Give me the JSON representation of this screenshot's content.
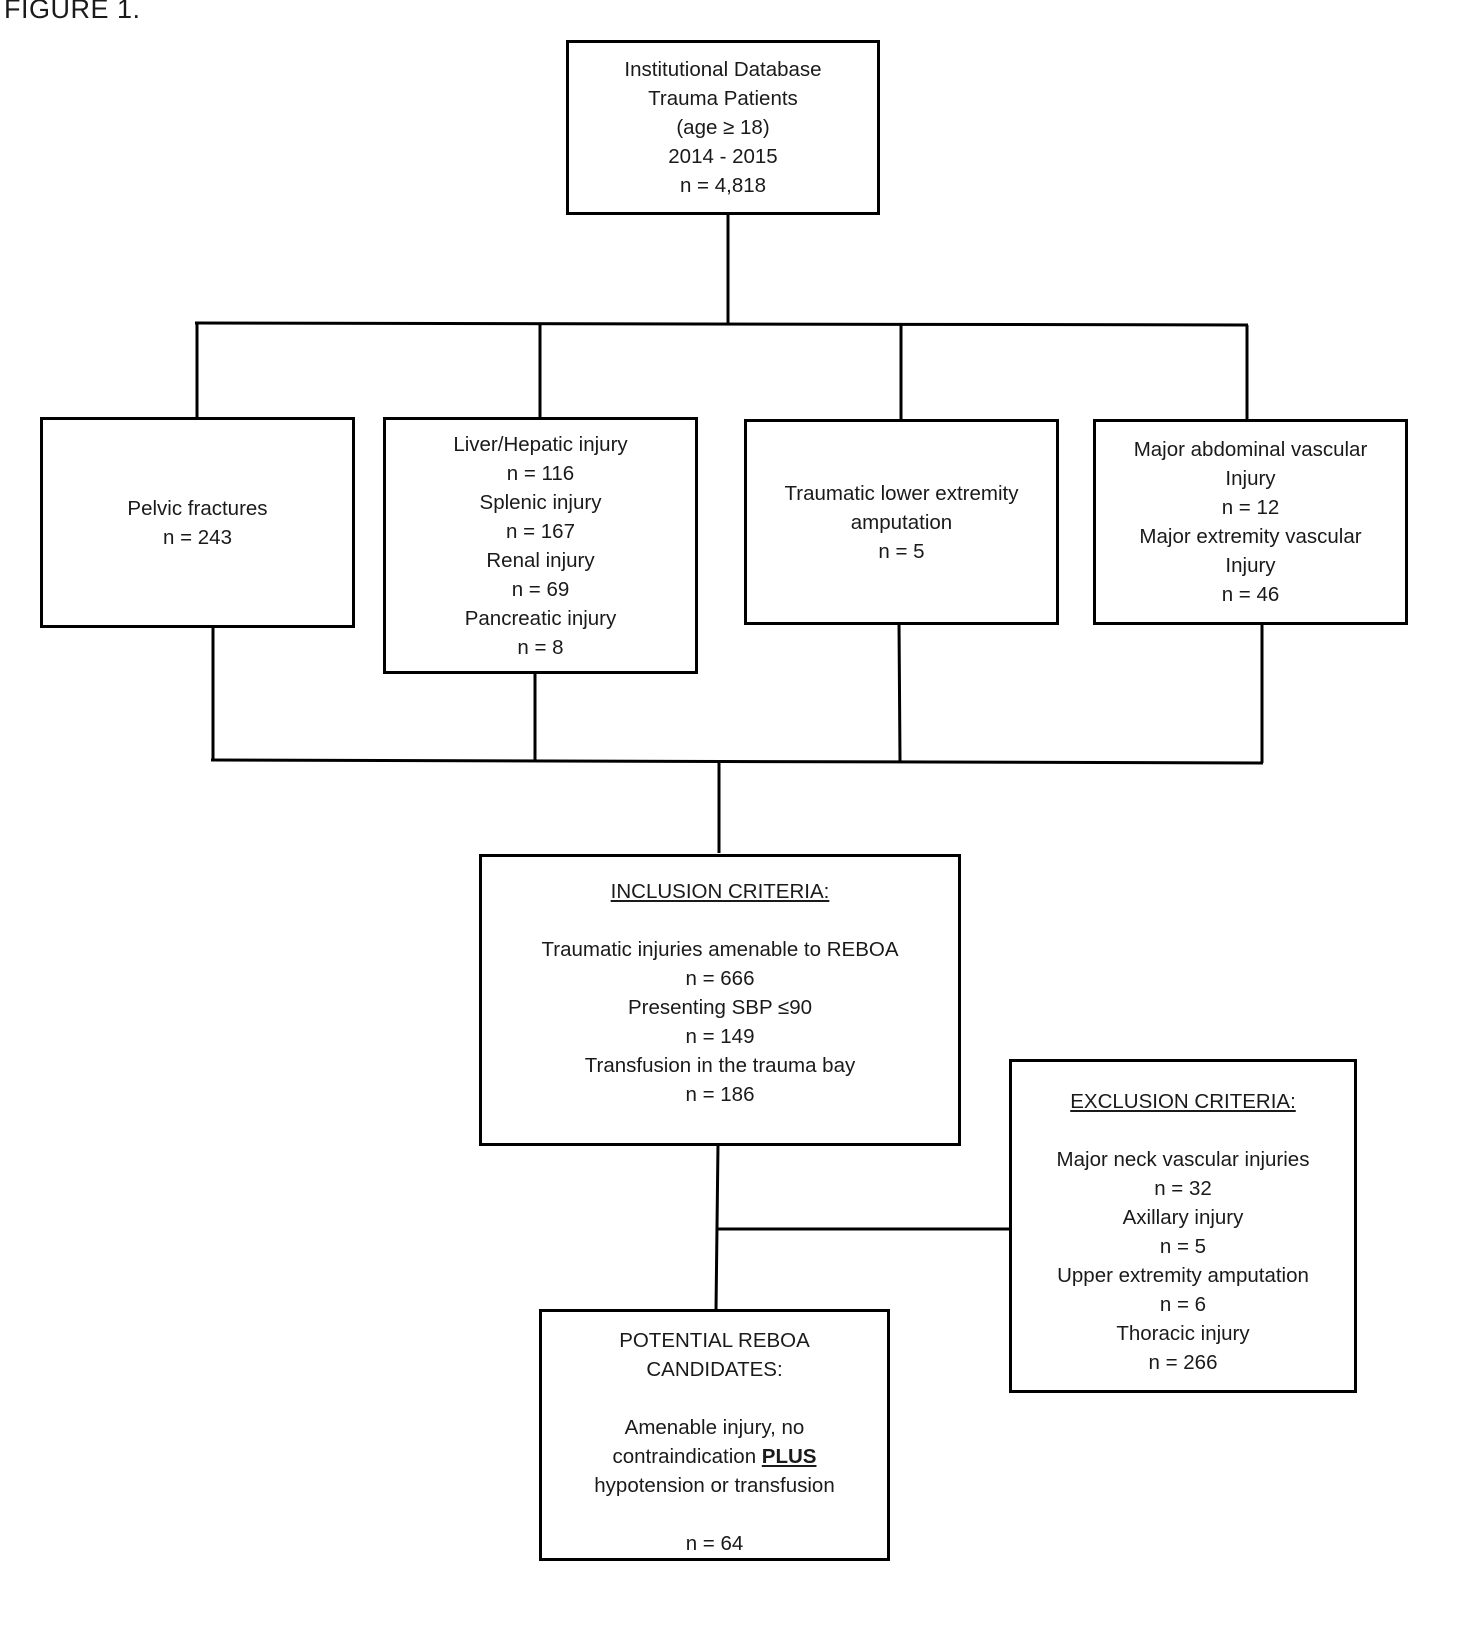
{
  "figure_label": "FIGURE 1.",
  "source": {
    "lines": [
      "Institutional Database",
      "Trauma Patients",
      "(age ≥ 18)",
      "2014 - 2015",
      "n = 4,818"
    ]
  },
  "categories": [
    {
      "lines": [
        "Pelvic fractures",
        "n = 243"
      ]
    },
    {
      "lines": [
        "Liver/Hepatic injury",
        "n = 116",
        "Splenic injury",
        "n = 167",
        "Renal injury",
        "n = 69",
        "Pancreatic injury",
        "n = 8"
      ]
    },
    {
      "lines": [
        "Traumatic lower extremity",
        "amputation",
        "n = 5"
      ]
    },
    {
      "lines": [
        "Major abdominal vascular",
        "Injury",
        "n = 12",
        "Major extremity vascular",
        "Injury",
        "n = 46"
      ]
    }
  ],
  "inclusion": {
    "heading": "INCLUSION CRITERIA:",
    "lines": [
      "Traumatic injuries amenable to REBOA",
      "n = 666",
      "Presenting SBP ≤90",
      "n = 149",
      "Transfusion in the trauma bay",
      "n = 186"
    ]
  },
  "exclusion": {
    "heading": "EXCLUSION CRITERIA:",
    "lines": [
      "Major neck vascular injuries",
      "n = 32",
      "Axillary injury",
      "n = 5",
      "Upper extremity amputation",
      "n = 6",
      "Thoracic injury",
      "n = 266"
    ]
  },
  "candidates": {
    "heading_line1": "POTENTIAL REBOA",
    "heading_line2": "CANDIDATES:",
    "desc_line1": "Amenable injury, no",
    "desc_line2_pre": "contraindication ",
    "desc_line2_bold": "PLUS",
    "desc_line3": "hypotension or transfusion",
    "count": "n = 64"
  }
}
